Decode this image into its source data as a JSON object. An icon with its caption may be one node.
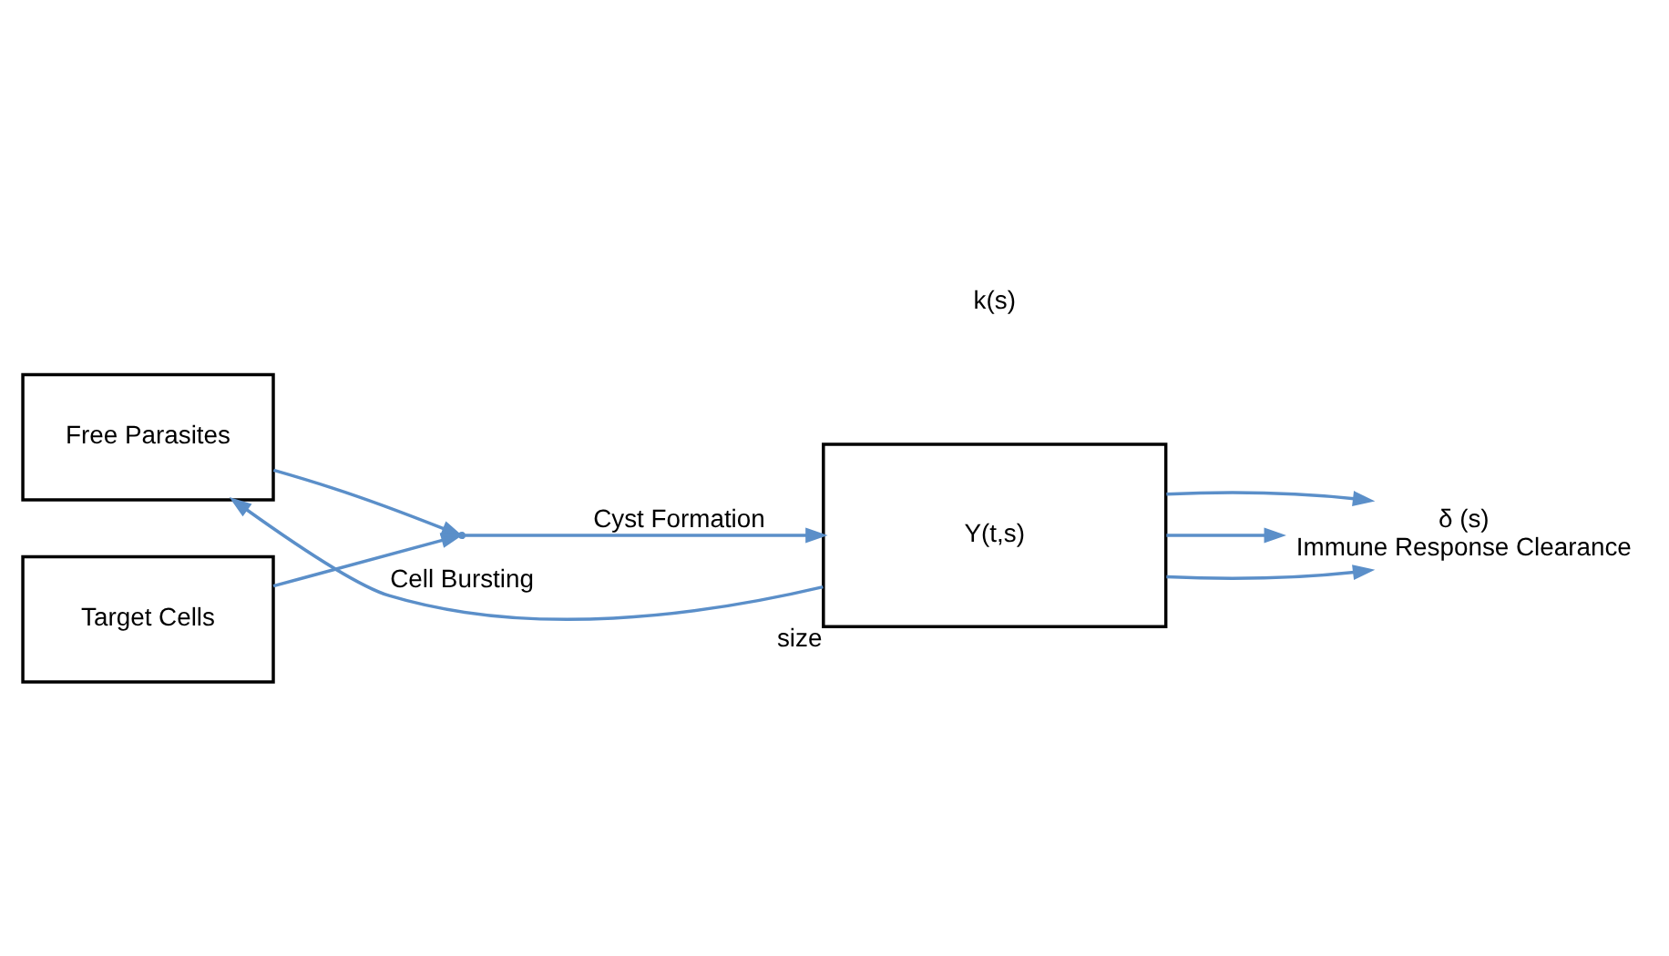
{
  "diagram": {
    "nodes": [
      {
        "text": [
          "Free Parasites"
        ]
      },
      {
        "text": [
          "Target Cells"
        ]
      },
      {
        "text": [],
        "shape": "point"
      },
      {
        "text": [
          "Y(t,s)"
        ],
        "beside": [
          "size"
        ]
      },
      {
        "text": [
          "δ (s)",
          "Immune Response Clearance"
        ]
      }
    ],
    "edges": [
      {
        "from": 0,
        "to": 2,
        "arrow": "to"
      },
      {
        "from": 1,
        "to": 2,
        "arrow": "to"
      },
      {
        "from": 2,
        "to": 3,
        "arrow": "to",
        "label": "Cyst Formation"
      },
      {
        "from": 3,
        "to": 0,
        "arrow": "to",
        "label": "Cell Bursting"
      },
      {
        "from": 3,
        "to": 4,
        "arrow": "to"
      },
      {
        "from": 3,
        "to": 4,
        "arrow": "to"
      },
      {
        "from": 3,
        "to": 4,
        "arrow": "to"
      }
    ],
    "labels": [
      "k(s)"
    ]
  }
}
